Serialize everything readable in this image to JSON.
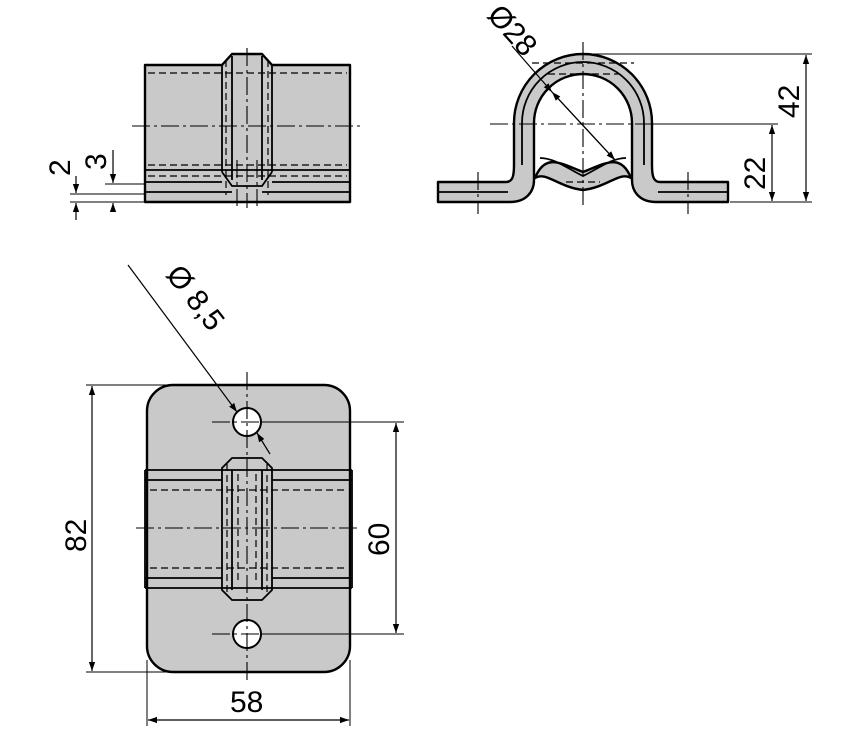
{
  "drawing": {
    "colors": {
      "part_fill": "#c9c9c9",
      "line": "#000000",
      "background": "#ffffff"
    },
    "dimensions": {
      "top_left_2": "2",
      "top_left_3": "3",
      "tube_diameter": "Ø28",
      "overall_height": "42",
      "center_height": "22",
      "hole_diameter": "Ø 8,5",
      "plate_length": "82",
      "hole_spacing": "60",
      "plate_width": "58"
    }
  }
}
